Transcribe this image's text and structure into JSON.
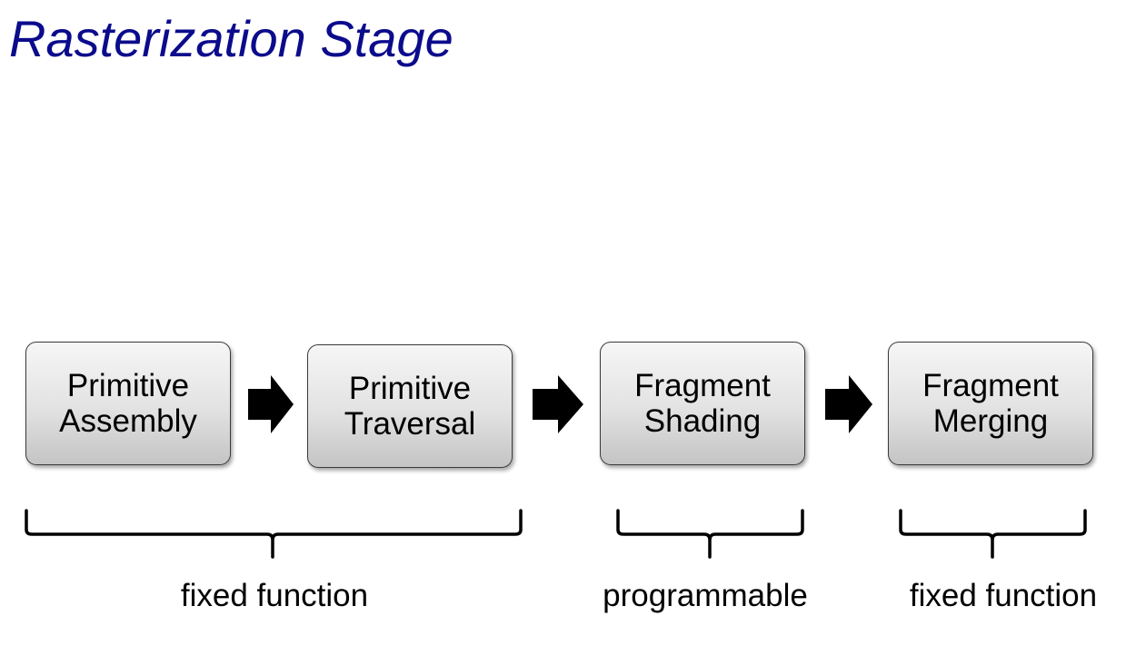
{
  "title": "Rasterization Stage",
  "colors": {
    "title": "#0b0b8c",
    "box_border": "#3a3a3a",
    "arrow": "#000000",
    "bracket": "#000000"
  },
  "stages": [
    {
      "label": "Primitive\nAssembly"
    },
    {
      "label": "Primitive\nTraversal"
    },
    {
      "label": "Fragment\nShading"
    },
    {
      "label": "Fragment\nMerging"
    }
  ],
  "groups": [
    {
      "label": "fixed function"
    },
    {
      "label": "programmable"
    },
    {
      "label": "fixed function"
    }
  ]
}
